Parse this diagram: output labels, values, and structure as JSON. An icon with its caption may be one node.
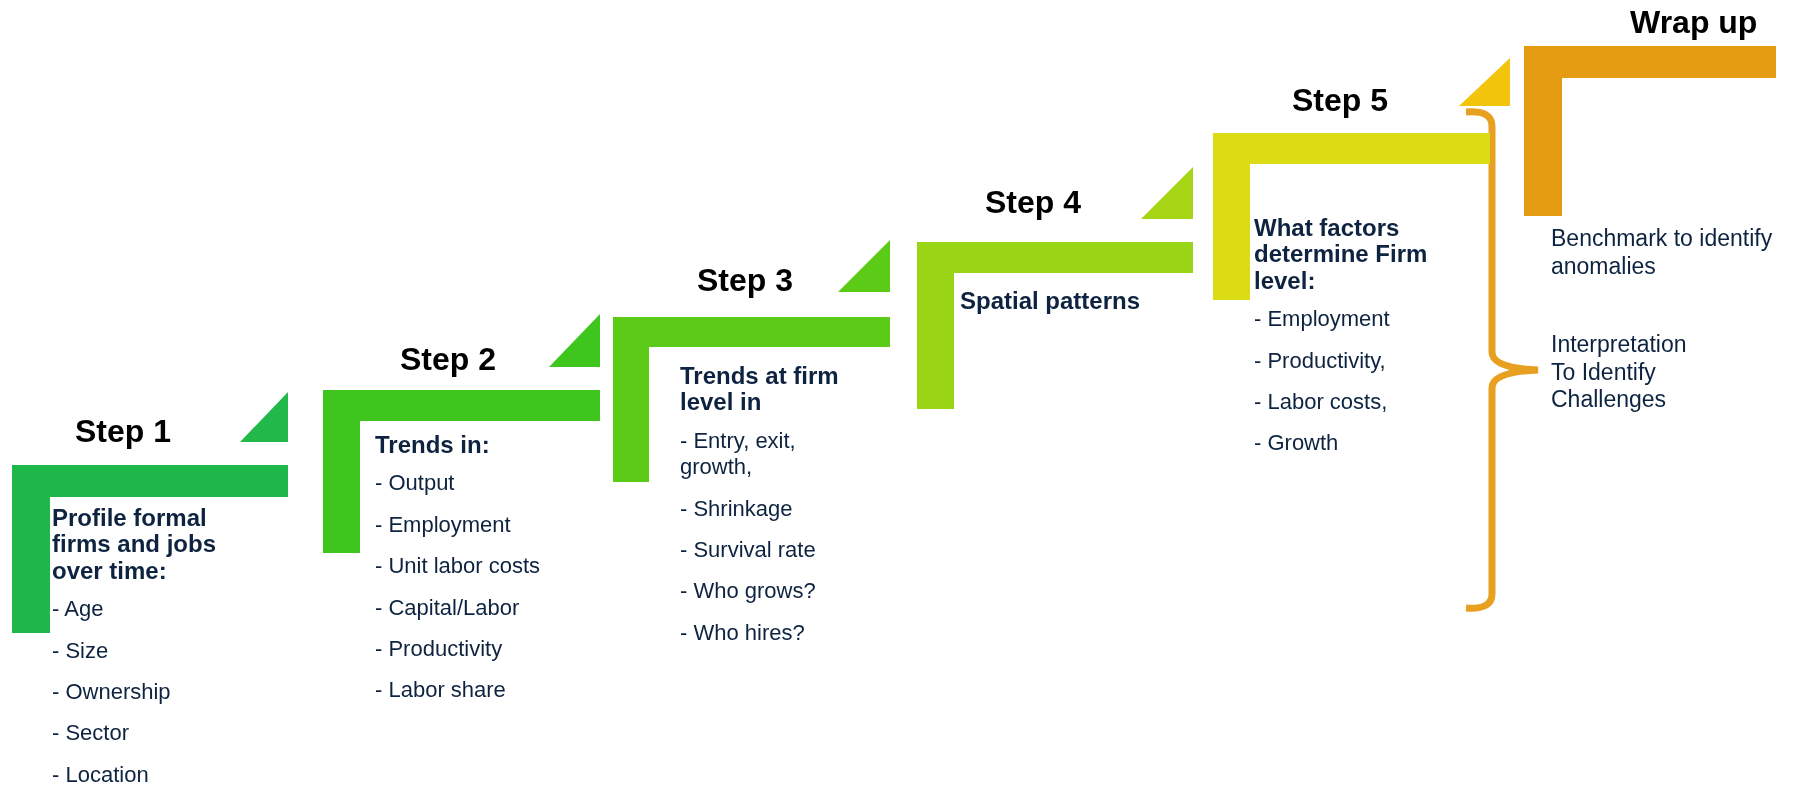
{
  "diagram": {
    "nodes": [
      {
        "text": [
          "Step 1",
          "Profile formal firms and jobs over time:",
          "- Age",
          "- Size",
          "- Ownership",
          "- Sector",
          "- Location"
        ]
      },
      {
        "text": [
          "Step 2",
          "Trends in:",
          "- Output",
          "- Employment",
          "- Unit labor costs",
          "- Capital/Labor",
          "- Productivity",
          "- Labor share"
        ]
      },
      {
        "text": [
          "Step 3",
          "Trends at firm level in",
          "- Entry, exit, growth,",
          "- Shrinkage",
          "- Survival rate",
          "- Who grows?",
          "- Who hires?"
        ]
      },
      {
        "text": [
          "Step 4",
          "Spatial patterns"
        ]
      },
      {
        "text": [
          "Step 5",
          "**What factors determine Firm level**:",
          "- Employment",
          "- Productivity,",
          "- Labor costs,",
          "- Growth"
        ]
      },
      {
        "text": [
          "Wrap up",
          "Benchmark to identify anomalies",
          "Interpretation To Identify Challenges"
        ]
      }
    ]
  }
}
